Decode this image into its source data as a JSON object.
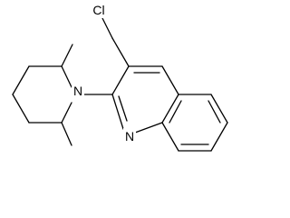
{
  "molecule": {
    "atom_labels": {
      "chlorine": "Cl",
      "piperidine_nitrogen": "N",
      "quinoline_nitrogen": "N"
    },
    "colors": {
      "bond": "#000000",
      "label": "#000000",
      "background": "#ffffff"
    }
  }
}
